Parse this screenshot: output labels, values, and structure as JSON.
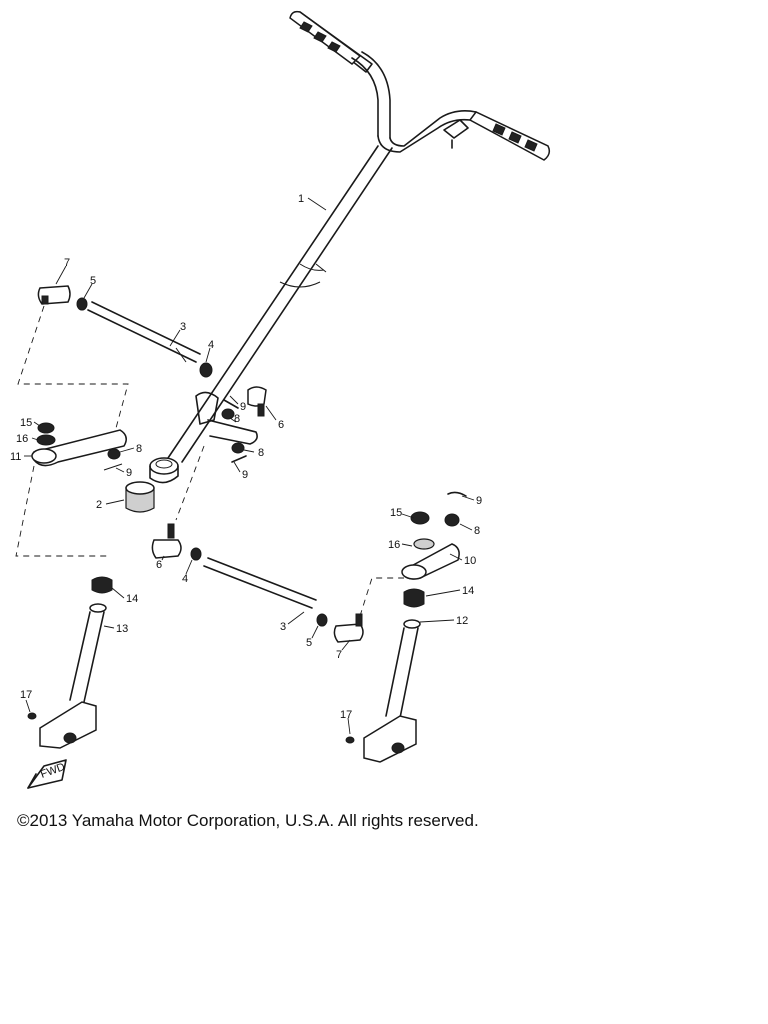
{
  "diagram": {
    "part_labels": [
      "1",
      "2",
      "3",
      "4",
      "5",
      "6",
      "7",
      "8",
      "9",
      "10",
      "11",
      "12",
      "13",
      "14",
      "15",
      "16",
      "17"
    ],
    "callouts": {
      "c1": "1",
      "c7a": "7",
      "c5a": "5",
      "c3a": "3",
      "c4a": "4",
      "c9a": "9",
      "c6a": "6",
      "c8a": "8",
      "c8b": "8",
      "c9b": "9",
      "c15a": "15",
      "c16a": "16",
      "c11": "11",
      "c8c": "8",
      "c9c": "9",
      "c2": "2",
      "c6b": "6",
      "c4b": "4",
      "c14a": "14",
      "c13": "13",
      "c17a": "17",
      "c3b": "3",
      "c5b": "5",
      "c7b": "7",
      "c9d": "9",
      "c15b": "15",
      "c8d": "8",
      "c16b": "16",
      "c10": "10",
      "c14b": "14",
      "c12": "12",
      "c17b": "17"
    },
    "fwd_mark": "FWD"
  },
  "footer": {
    "copyright": "©2013 Yamaha Motor Corporation, U.S.A. All rights reserved."
  }
}
